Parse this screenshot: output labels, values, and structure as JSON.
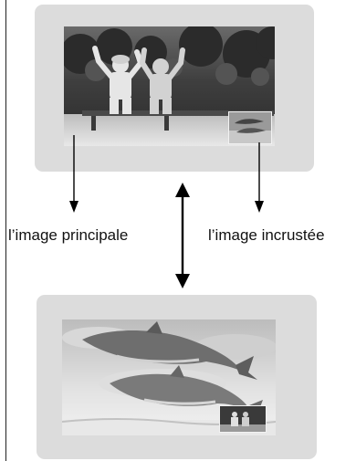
{
  "labels": {
    "main_picture": "l’image principale",
    "pip_picture": "l’image incrustée"
  },
  "icons": {
    "swap": "double-headed-vertical-arrow",
    "pointer": "down-arrow"
  }
}
